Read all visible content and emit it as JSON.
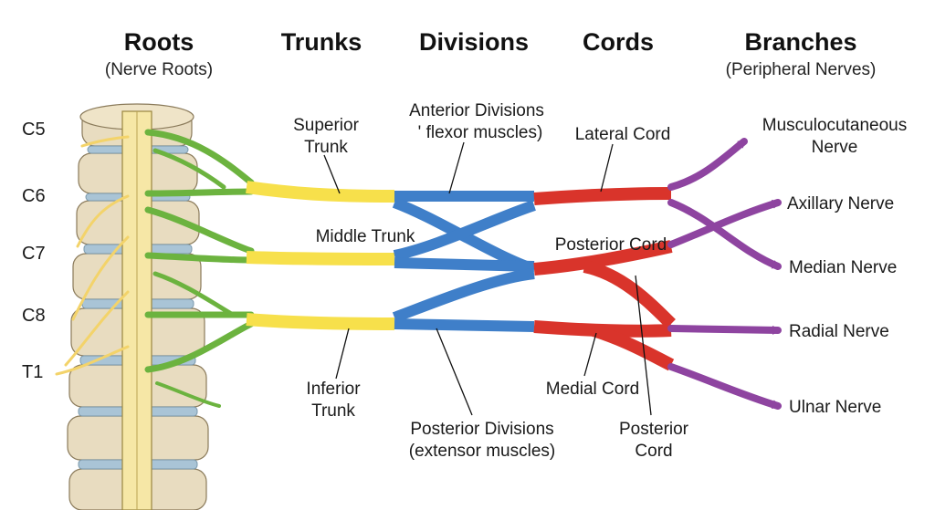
{
  "headers": {
    "roots": {
      "title": "Roots",
      "subtitle": "(Nerve Roots)"
    },
    "trunks": {
      "title": "Trunks"
    },
    "divisions": {
      "title": "Divisions"
    },
    "cords": {
      "title": "Cords"
    },
    "branches": {
      "title": "Branches",
      "subtitle": "(Peripheral Nerves)"
    }
  },
  "levels": [
    "C5",
    "C6",
    "C7",
    "C8",
    "T1"
  ],
  "labels": {
    "superior_trunk": [
      "Superior",
      "Trunk"
    ],
    "middle_trunk": "Middle Trunk",
    "inferior_trunk": [
      "Inferior",
      "Trunk"
    ],
    "anterior_divisions": [
      "Anterior Divisions",
      "' flexor muscles)"
    ],
    "posterior_divisions": [
      "Posterior Divisions",
      "(extensor muscles)"
    ],
    "lateral_cord": "Lateral Cord",
    "posterior_cord_mid": "Posterior Cord",
    "medial_cord": "Medial Cord",
    "posterior_cord_bottom": [
      "Posterior",
      "Cord"
    ]
  },
  "branches": {
    "musculocutaneous": [
      "Musculocutaneous",
      "Nerve"
    ],
    "axillary": "Axillary Nerve",
    "median": "Median Nerve",
    "radial": "Radial Nerve",
    "ulnar": "Ulnar Nerve"
  },
  "colors": {
    "roots": "#6cb33f",
    "trunks": "#f7e04b",
    "divisions": "#3f7fc9",
    "cords": "#d9342b",
    "branches": "#8e44a0",
    "spinal_cord": "#f6e7a6",
    "bone": "#e8dcc0",
    "disc": "#a9c4d6"
  }
}
